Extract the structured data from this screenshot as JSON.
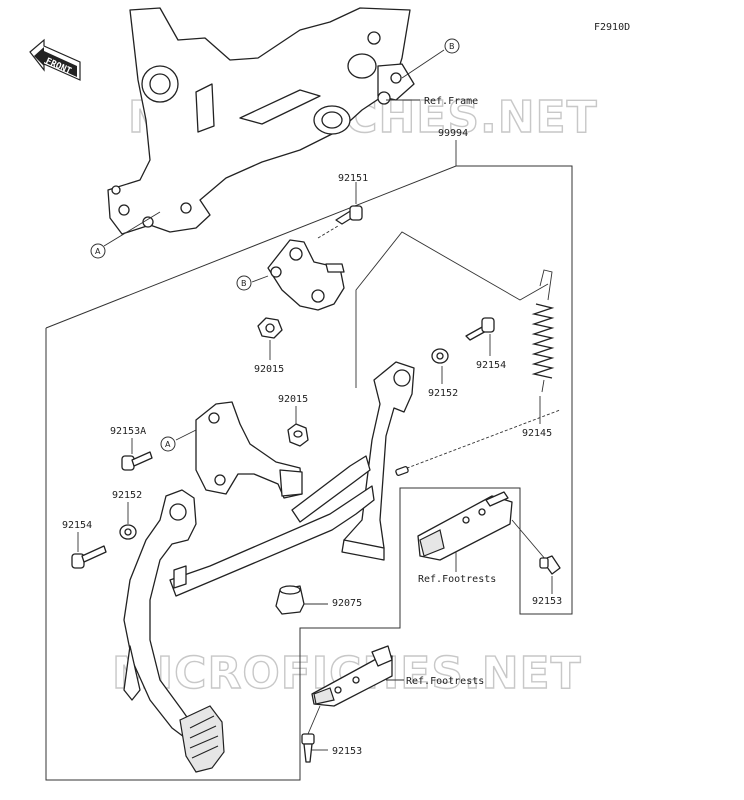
{
  "figure_code": "F2910D",
  "front_badge": "FRONT",
  "watermark_text": "MICROFICHES.NET",
  "ref_labels": {
    "frame": "Ref.Frame",
    "footrests_right": "Ref.Footrests",
    "footrests_left": "Ref.Footrests"
  },
  "callouts": {
    "a_bottom": "A",
    "a_frame": "A",
    "b_top": "B",
    "b_bracket": "B"
  },
  "parts": {
    "kit": "99994",
    "bolt_top": "92151",
    "collar_nut": "92015",
    "collar_upper": "92015",
    "spring": "92145",
    "bushing_right": "92152",
    "bolt_right": "92154",
    "bolt_left_upper": "92153A",
    "bushing_left": "92152",
    "bolt_left": "92154",
    "rubber_stop": "92075",
    "bolt_footrest_right": "92153",
    "bolt_footrest_left": "92153"
  },
  "colors": {
    "line": "#222222",
    "watermark": "#c8c8c8",
    "background": "#ffffff"
  }
}
